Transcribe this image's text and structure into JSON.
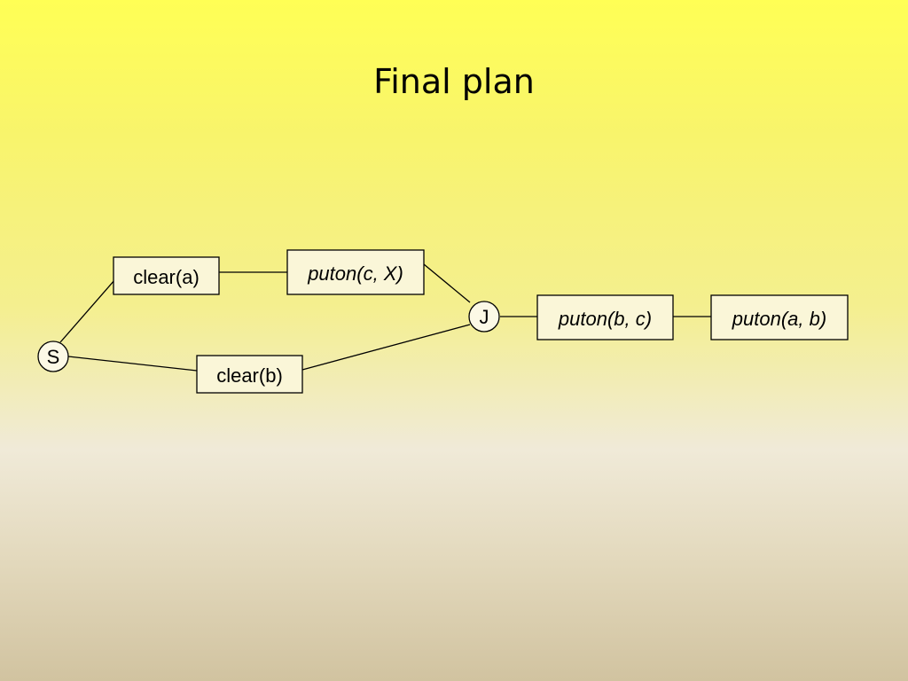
{
  "slide": {
    "title": "Final plan"
  },
  "diagram": {
    "nodes": [
      {
        "id": "S",
        "label": "S",
        "kind": "circle"
      },
      {
        "id": "clear_a",
        "label": "clear(a)",
        "kind": "box",
        "italic": false
      },
      {
        "id": "puton_c_X",
        "label": "puton(c, X)",
        "kind": "box",
        "italic": true
      },
      {
        "id": "clear_b",
        "label": "clear(b)",
        "kind": "box",
        "italic": false
      },
      {
        "id": "J",
        "label": "J",
        "kind": "circle"
      },
      {
        "id": "puton_b_c",
        "label": "puton(b, c)",
        "kind": "box",
        "italic": true
      },
      {
        "id": "puton_a_b",
        "label": "puton(a, b)",
        "kind": "box",
        "italic": true
      }
    ],
    "edges": [
      {
        "from": "S",
        "to": "clear_a"
      },
      {
        "from": "clear_a",
        "to": "puton_c_X"
      },
      {
        "from": "puton_c_X",
        "to": "J"
      },
      {
        "from": "S",
        "to": "clear_b"
      },
      {
        "from": "clear_b",
        "to": "J"
      },
      {
        "from": "J",
        "to": "puton_b_c"
      },
      {
        "from": "puton_b_c",
        "to": "puton_a_b"
      }
    ]
  }
}
